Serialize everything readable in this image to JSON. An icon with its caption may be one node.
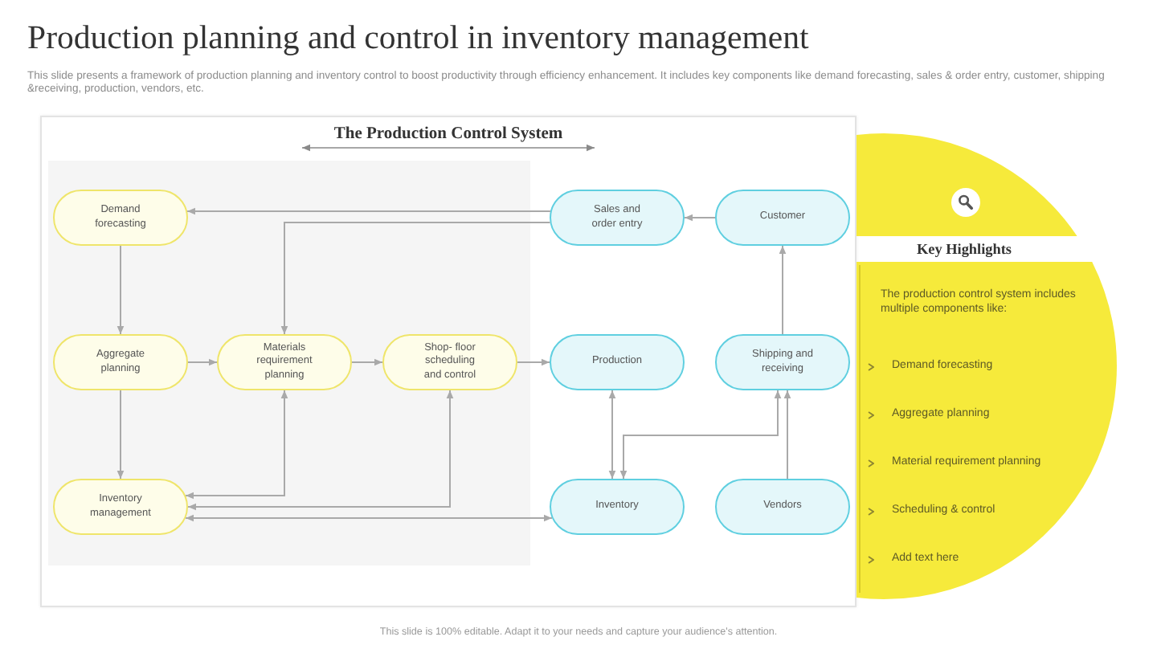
{
  "diagram": {
    "title": "Production planning and control in inventory management",
    "nodes": [
      {
        "text": [
          "The Production Control System"
        ]
      },
      {
        "text": [
          "Demand forecasting"
        ],
        "in": 0
      },
      {
        "text": [
          "Sales and order entry"
        ],
        "in": 0
      },
      {
        "text": [
          "Customer"
        ],
        "in": 0
      },
      {
        "text": [
          "Aggregate planning"
        ],
        "in": 0
      },
      {
        "text": [
          "Materials requirement planning"
        ],
        "in": 0
      },
      {
        "text": [
          "Shop- floor scheduling and control"
        ],
        "in": 0
      },
      {
        "text": [
          "Production"
        ],
        "in": 0
      },
      {
        "text": [
          "Shipping and receiving"
        ],
        "in": 0
      },
      {
        "text": [
          "Inventory management"
        ],
        "in": 0
      },
      {
        "text": [
          "Inventory"
        ],
        "in": 0
      },
      {
        "text": [
          "Vendors"
        ],
        "in": 0
      },
      {
        "text": [
          "Key Highlights",
          "The production control system includes multiple components like:",
          "Demand forecasting",
          "Aggregate planning",
          "Material requirement planning",
          "Scheduling & control",
          "Add text here"
        ]
      }
    ],
    "edges": [
      {
        "from": 3,
        "to": 2,
        "arrow": "to"
      },
      {
        "from": 2,
        "to": 1,
        "arrow": "to"
      },
      {
        "from": 2,
        "to": 5,
        "arrow": "to"
      },
      {
        "from": 1,
        "to": 4,
        "arrow": "to"
      },
      {
        "from": 4,
        "to": 5,
        "arrow": "to"
      },
      {
        "from": 5,
        "to": 6,
        "arrow": "to"
      },
      {
        "from": 6,
        "to": 7,
        "arrow": "to"
      },
      {
        "from": 4,
        "to": 9,
        "arrow": "to"
      },
      {
        "from": 5,
        "to": 9,
        "arrow": "both"
      },
      {
        "from": 6,
        "to": 9,
        "arrow": "both"
      },
      {
        "from": 9,
        "to": 10,
        "arrow": "both"
      },
      {
        "from": 7,
        "to": 10,
        "arrow": "both"
      },
      {
        "from": 8,
        "to": 10,
        "arrow": "both"
      },
      {
        "from": 11,
        "to": 8,
        "arrow": "to"
      },
      {
        "from": 8,
        "to": 3,
        "arrow": "to"
      }
    ],
    "labels": [
      "This slide presents a framework of production planning and inventory control to boost productivity through efficiency enhancement. It includes key components like demand forecasting, sales & order entry, customer, shipping &receiving, production, vendors, etc.",
      "This slide is 100% editable. Adapt it to your needs and capture your audience's attention."
    ]
  }
}
